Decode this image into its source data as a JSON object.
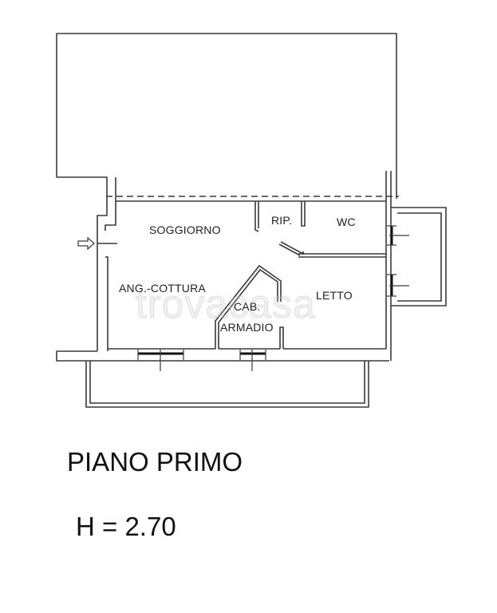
{
  "floor_plan": {
    "rooms": [
      {
        "id": "soggiorno",
        "label": "SOGGIORNO"
      },
      {
        "id": "ripostiglio",
        "label": "RIP."
      },
      {
        "id": "wc",
        "label": "WC"
      },
      {
        "id": "angolo-cottura",
        "label": "ANG.-COTTURA"
      },
      {
        "id": "cabina-armadio-1",
        "label": "CAB."
      },
      {
        "id": "cabina-armadio-2",
        "label": "ARMADIO"
      },
      {
        "id": "letto",
        "label": "LETTO"
      }
    ],
    "entrance_icon": "arrow-right-icon",
    "watermark": "trovacasa"
  },
  "floor_title": "PIANO PRIMO",
  "ceiling_height": "H = 2.70",
  "colors": {
    "lines": "#3a3a3a",
    "text": "#111111",
    "background": "#ffffff"
  }
}
